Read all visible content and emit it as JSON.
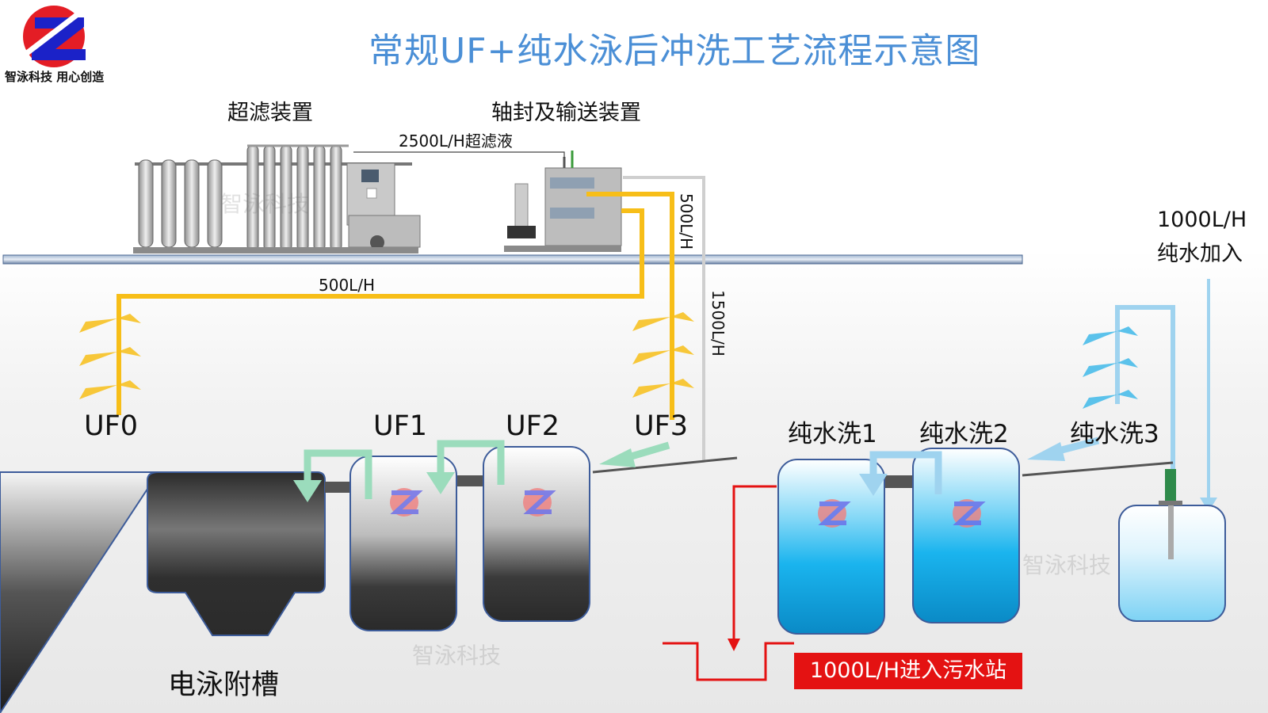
{
  "title": "常规UF+纯水泳后冲洗工艺流程示意图",
  "brand": {
    "slogan": "智泳科技 用心创造",
    "logo_icon": "zhiyong-z-logo"
  },
  "equipment": {
    "uf_device": "超滤装置",
    "seal_device": "轴封及输送装置",
    "ep_tank": "电泳附槽"
  },
  "flows": {
    "ultrafiltrate": "2500L/H超滤液",
    "uf0_flow": "500L/H",
    "uf3_flow": "500L/H",
    "return_flow": "1500L/H",
    "pure_add": "1000L/H",
    "pure_add_label": "纯水加入",
    "waste": "1000L/H进入污水站"
  },
  "stations": {
    "uf0": "UF0",
    "uf1": "UF1",
    "uf2": "UF2",
    "uf3": "UF3",
    "pw1": "纯水洗1",
    "pw2": "纯水洗2",
    "pw3": "纯水洗3"
  },
  "watermark": "智泳科技",
  "colors": {
    "title_blue": "#4b8fd6",
    "yellow_pipe": "#f7be18",
    "grey_pipe": "#cccccc",
    "light_blue_pipe": "#9fd3ef",
    "green_arrow": "#9bdcbc",
    "red_line": "#e41212",
    "logo_red": "#e41d25",
    "logo_blue": "#1b22c8"
  }
}
